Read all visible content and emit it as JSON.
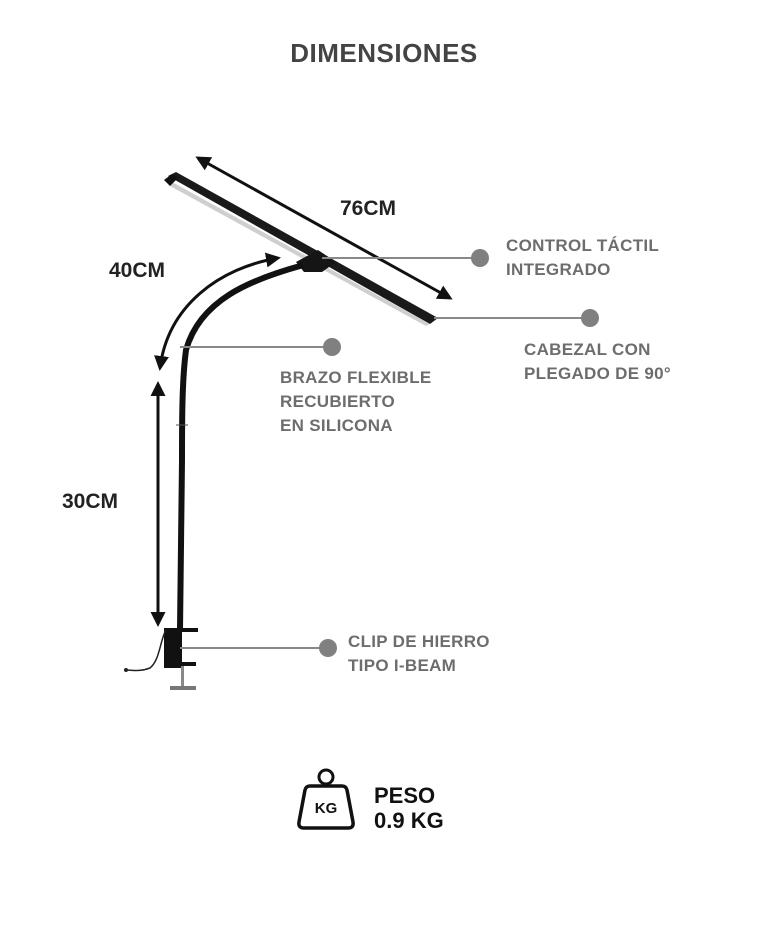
{
  "title": "DIMENSIONES",
  "dimensions": {
    "width": "76CM",
    "arm": "40CM",
    "height": "30CM"
  },
  "callouts": {
    "control": [
      "CONTROL TÁCTIL",
      "INTEGRADO"
    ],
    "head": [
      "CABEZAL CON",
      "PLEGADO DE 90°"
    ],
    "arm": [
      "BRAZO FLEXIBLE",
      "RECUBIERTO",
      "EN SILICONA"
    ],
    "clip": [
      "CLIP DE HIERRO",
      "TIPO I-BEAM"
    ]
  },
  "weight": {
    "badge": "KG",
    "label": "PESO",
    "value": "0.9 KG"
  },
  "colors": {
    "callout_dot": "#808080",
    "callout_text": "#6d6d6d",
    "title": "#444444"
  }
}
